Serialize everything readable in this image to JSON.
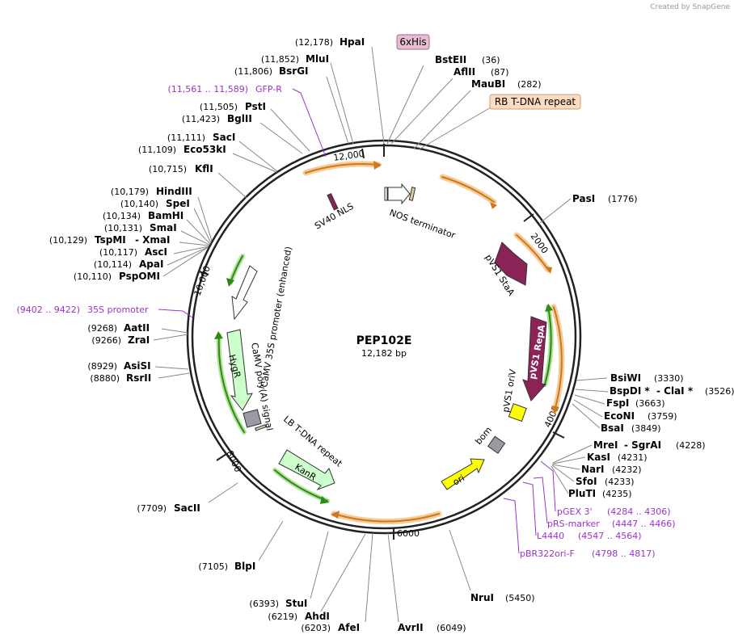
{
  "credit": "Created by SnapGene",
  "plasmid": {
    "name": "PEP102E",
    "size_label": "12,182 bp",
    "length": 12182
  },
  "ticks": [
    "2000",
    "4000",
    "6000",
    "8000",
    "10,000",
    "12,000"
  ],
  "enzymes_top": [
    {
      "pos": "(12,178)",
      "name": "HpaI"
    },
    {
      "pos": "(11,852)",
      "name": "MluI"
    },
    {
      "pos": "(11,806)",
      "name": "BsrGI"
    },
    {
      "pos": "(11,505)",
      "name": "PstI"
    },
    {
      "pos": "(11,423)",
      "name": "BglII"
    },
    {
      "pos": "(11,111)",
      "name": "SacI"
    },
    {
      "pos": "(11,109)",
      "name": "Eco53kI"
    },
    {
      "pos": "(10,715)",
      "name": "KflI"
    }
  ],
  "enzymes_left": [
    {
      "pos": "(10,179)",
      "name": "HindIII"
    },
    {
      "pos": "(10,140)",
      "name": "SpeI"
    },
    {
      "pos": "(10,134)",
      "name": "BamHI"
    },
    {
      "pos": "(10,131)",
      "name": "SmaI"
    },
    {
      "pos": "(10,129)",
      "name": "TspMI",
      "extra": "-  XmaI"
    },
    {
      "pos": "(10,117)",
      "name": "AscI"
    },
    {
      "pos": "(10,114)",
      "name": "ApaI"
    },
    {
      "pos": "(10,110)",
      "name": "PspOMI"
    },
    {
      "pos": "(9268)",
      "name": "AatII"
    },
    {
      "pos": "(9266)",
      "name": "ZraI"
    },
    {
      "pos": "(8929)",
      "name": "AsiSI"
    },
    {
      "pos": "(8880)",
      "name": "RsrII"
    },
    {
      "pos": "(7709)",
      "name": "SacII"
    },
    {
      "pos": "(7105)",
      "name": "BlpI"
    },
    {
      "pos": "(6393)",
      "name": "StuI"
    },
    {
      "pos": "(6219)",
      "name": "AhdI"
    },
    {
      "pos": "(6203)",
      "name": "AfeI"
    }
  ],
  "enzymes_right": [
    {
      "name": "BstEII",
      "pos": "(36)"
    },
    {
      "name": "AflII",
      "pos": "(87)"
    },
    {
      "name": "MauBI",
      "pos": "(282)"
    },
    {
      "name": "PasI",
      "pos": "(1776)"
    },
    {
      "name": "BsiWI",
      "pos": "(3330)"
    },
    {
      "name": "BspDI *",
      "extra": "-  ClaI *",
      "pos": "(3526)"
    },
    {
      "name": "FspI",
      "pos": "(3663)"
    },
    {
      "name": "EcoNI",
      "pos": "(3759)"
    },
    {
      "name": "BsaI",
      "pos": "(3849)"
    },
    {
      "name": "MreI",
      "extra": "-  SgrAI",
      "pos": "(4228)"
    },
    {
      "name": "KasI",
      "pos": "(4231)"
    },
    {
      "name": "NarI",
      "pos": "(4232)"
    },
    {
      "name": "SfoI",
      "pos": "(4233)"
    },
    {
      "name": "PluTI",
      "pos": "(4235)"
    },
    {
      "name": "NruI",
      "pos": "(5450)"
    },
    {
      "name": "AvrII",
      "pos": "(6049)"
    }
  ],
  "primers": [
    {
      "range": "(11,561 .. 11,589)",
      "name": "GFP-R"
    },
    {
      "range": "(9402 .. 9422)",
      "name": "35S promoter"
    },
    {
      "name": "pGEX 3'",
      "range": "(4284 .. 4306)"
    },
    {
      "name": "pRS-marker",
      "range": "(4447 .. 4466)"
    },
    {
      "name": "L4440",
      "range": "(4547 .. 4564)"
    },
    {
      "name": "pBR322ori-F",
      "range": "(4798 .. 4817)"
    }
  ],
  "boxed_features": {
    "his": "6xHis",
    "rb": "RB T-DNA repeat"
  },
  "features": {
    "sv40": "SV40 NLS",
    "nos": "NOS terminator",
    "stab": "pVS1 StaA",
    "repa": "pVS1 RepA",
    "oriv": "pVS1 oriV",
    "bom": "bom",
    "ori": "ori",
    "kanr": "KanR",
    "lb": "LB T-DNA repeat",
    "hygr": "HygR",
    "polya": "CaMV poly(A) signal",
    "p35s": "CaMV 35S promoter (enhanced)"
  },
  "colors": {
    "backbone": "#222222",
    "orange_arc": "#f0a03c",
    "green_arc": "#44aa22",
    "maroon": "#8c2357",
    "yellow": "#ffff00",
    "mint": "#ccffcc",
    "grey_box": "#9a9aa4",
    "purple_text": "#9933cc"
  }
}
